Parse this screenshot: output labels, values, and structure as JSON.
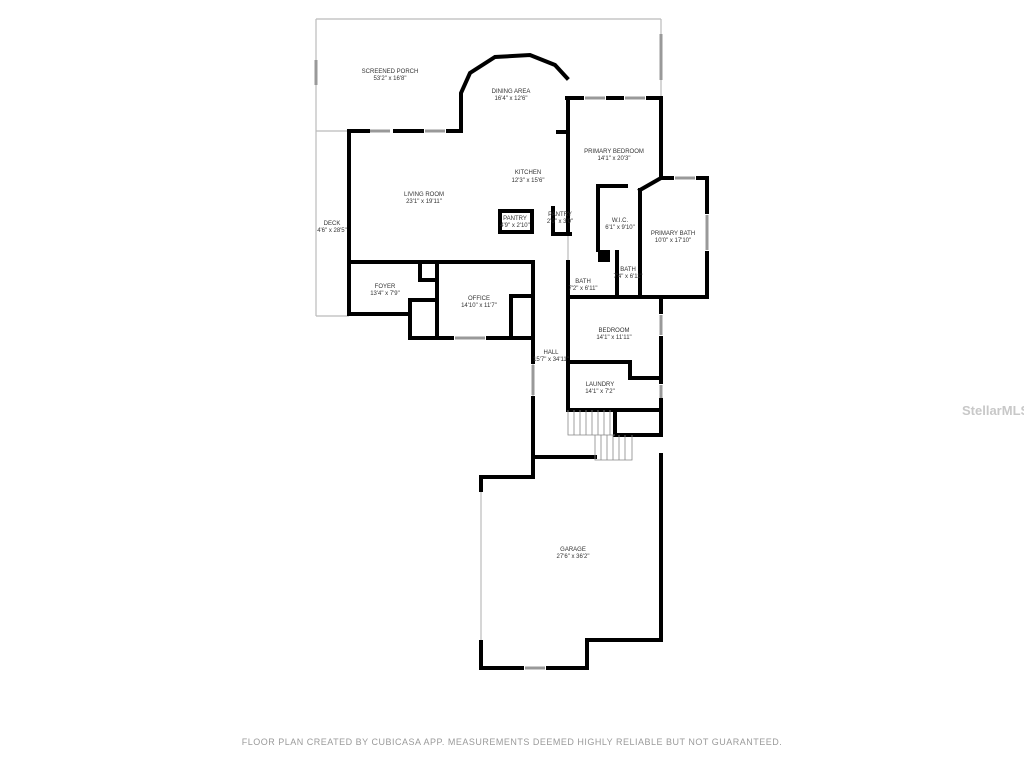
{
  "rooms": {
    "screened_porch": {
      "name": "SCREENED PORCH",
      "size": "53'2\" x 16'8\""
    },
    "dining_area": {
      "name": "DINING AREA",
      "size": "16'4\" x 12'6\""
    },
    "primary_bedroom": {
      "name": "PRIMARY BEDROOM",
      "size": "14'1\" x 20'3\""
    },
    "kitchen": {
      "name": "KITCHEN",
      "size": "12'3\" x 15'6\""
    },
    "living_room": {
      "name": "LIVING ROOM",
      "size": "23'1\" x 19'11\""
    },
    "deck": {
      "name": "DECK",
      "size": "4'6\" x 28'5\""
    },
    "pantry1": {
      "name": "PANTRY",
      "size": "4'9\" x 2'10\""
    },
    "pantry2": {
      "name": "PANTRY",
      "size": "2'0\" x 3'0\""
    },
    "wic": {
      "name": "W.I.C.",
      "size": "6'1\" x 9'10\""
    },
    "primary_bath": {
      "name": "PRIMARY BATH",
      "size": "10'0\" x 17'10\""
    },
    "bath1": {
      "name": "BATH",
      "size": "7'2\" x 6'11\""
    },
    "bath2": {
      "name": "BATH",
      "size": "7'4\" x 6'11\""
    },
    "foyer": {
      "name": "FOYER",
      "size": "13'4\" x 7'9\""
    },
    "office": {
      "name": "OFFICE",
      "size": "14'10\" x 11'7\""
    },
    "bedroom": {
      "name": "BEDROOM",
      "size": "14'1\" x 11'11\""
    },
    "hall": {
      "name": "HALL",
      "size": "15'7\" x 34'11\""
    },
    "laundry": {
      "name": "LAUNDRY",
      "size": "14'1\" x 7'2\""
    },
    "garage": {
      "name": "GARAGE",
      "size": "27'6\" x 36'2\""
    }
  },
  "footer": "FLOOR PLAN CREATED BY CUBICASA APP. MEASUREMENTS DEEMED HIGHLY RELIABLE BUT NOT GUARANTEED.",
  "watermark": "StellarMLS"
}
